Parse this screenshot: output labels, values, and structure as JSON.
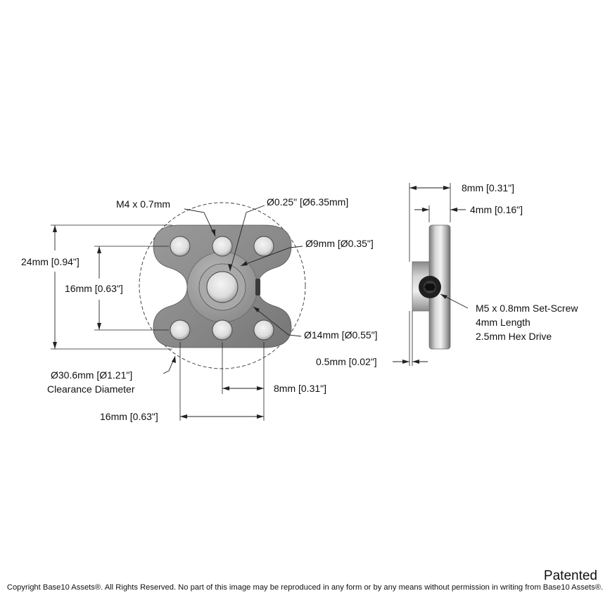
{
  "front_view": {
    "callouts": {
      "tap": "M4 x 0.7mm",
      "bore": "Ø0.25\" [Ø6.35mm]",
      "hub_inner": "Ø9mm [Ø0.35\"]",
      "hub_outer": "Ø14mm [Ø0.55\"]",
      "clearance_line1": "Ø30.6mm [Ø1.21\"]",
      "clearance_line2": "Clearance Diameter"
    },
    "dimensions": {
      "overall_height": "24mm [0.94\"]",
      "hole_row_spacing": "16mm [0.63\"]",
      "hole_pitch": "8mm [0.31\"]",
      "hole_span": "16mm [0.63\"]"
    }
  },
  "side_view": {
    "dimensions": {
      "total_length": "8mm [0.31\"]",
      "flange_thickness": "4mm [0.16\"]",
      "offset": "0.5mm [0.02\"]"
    },
    "set_screw": {
      "line1": "M5 x 0.8mm Set-Screw",
      "line2": "4mm Length",
      "line3": "2.5mm Hex Drive"
    }
  },
  "footer": {
    "patented": "Patented",
    "copyright": "Copyright Base10 Assets®.  All Rights Reserved. No part of this image may be reproduced in any form or by any means without permission in writing from Base10 Assets®."
  }
}
